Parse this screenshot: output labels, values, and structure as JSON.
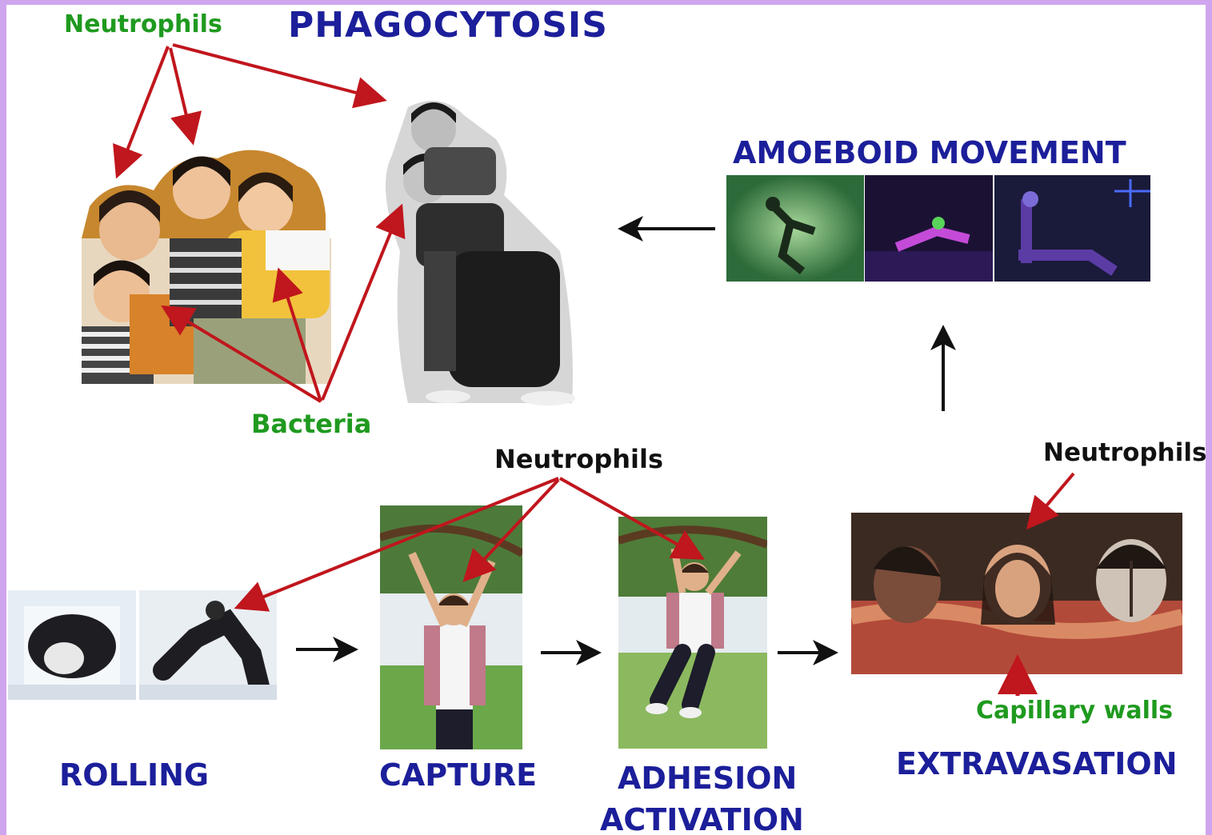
{
  "titles": {
    "phagocytosis": "PHAGOCYTOSIS",
    "amoeboid": "AMOEBOID MOVEMENT",
    "rolling": "ROLLING",
    "capture": "CAPTURE",
    "adhesion_line1": "ADHESION",
    "adhesion_line2": "ACTIVATION",
    "extravasation": "EXTRAVASATION"
  },
  "annotations": {
    "neutrophils_top": "Neutrophils",
    "bacteria": "Bacteria",
    "neutrophils_middle": "Neutrophils",
    "neutrophils_right": "Neutrophils",
    "capillary_walls": "Capillary walls"
  },
  "colors": {
    "title_blue": "#1c1f9a",
    "label_green": "#1f9a1f",
    "arrow_red": "#c0161d",
    "frame_purple": "#cfa6ee"
  }
}
